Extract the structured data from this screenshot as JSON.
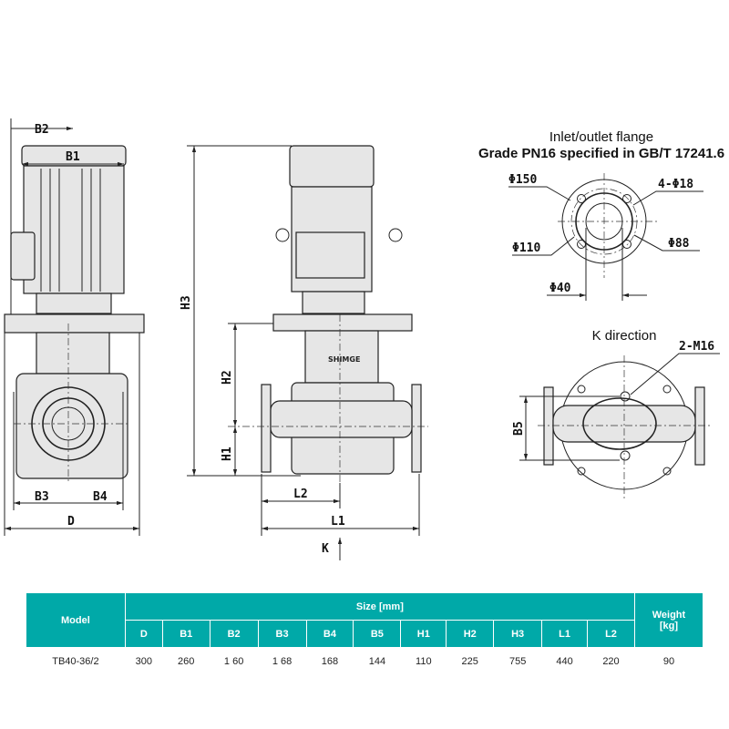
{
  "drawing": {
    "left_view": {
      "B2": "B2",
      "B1": "B1",
      "B3": "B3",
      "B4": "B4",
      "D": "D"
    },
    "front_view": {
      "H3": "H3",
      "H2": "H2",
      "H1": "H1",
      "L2": "L2",
      "L1": "L1",
      "K": "K",
      "brand": "SHIMGE"
    },
    "flange": {
      "title_line1": "Inlet/outlet flange",
      "title_line2": "Grade PN16 specified in GB/T 17241.6",
      "d150": "Φ150",
      "bolts": "4-Φ18",
      "d110": "Φ110",
      "d88": "Φ88",
      "d40": "Φ40"
    },
    "k_view": {
      "title": "K direction",
      "thread": "2-M16",
      "B5": "B5"
    }
  },
  "table": {
    "model_header": "Model",
    "size_header": "Size [mm]",
    "weight_header": "Weight [kg]",
    "columns": [
      "D",
      "B1",
      "B2",
      "B3",
      "B4",
      "B5",
      "H1",
      "H2",
      "H3",
      "L1",
      "L2"
    ],
    "rows": [
      {
        "model": "TB40-36/2",
        "values": [
          "300",
          "260",
          "1 60",
          "1 68",
          "168",
          "144",
          "110",
          "225",
          "755",
          "440",
          "220"
        ],
        "weight": "90"
      }
    ]
  },
  "colors": {
    "header": "#00a9a8"
  }
}
